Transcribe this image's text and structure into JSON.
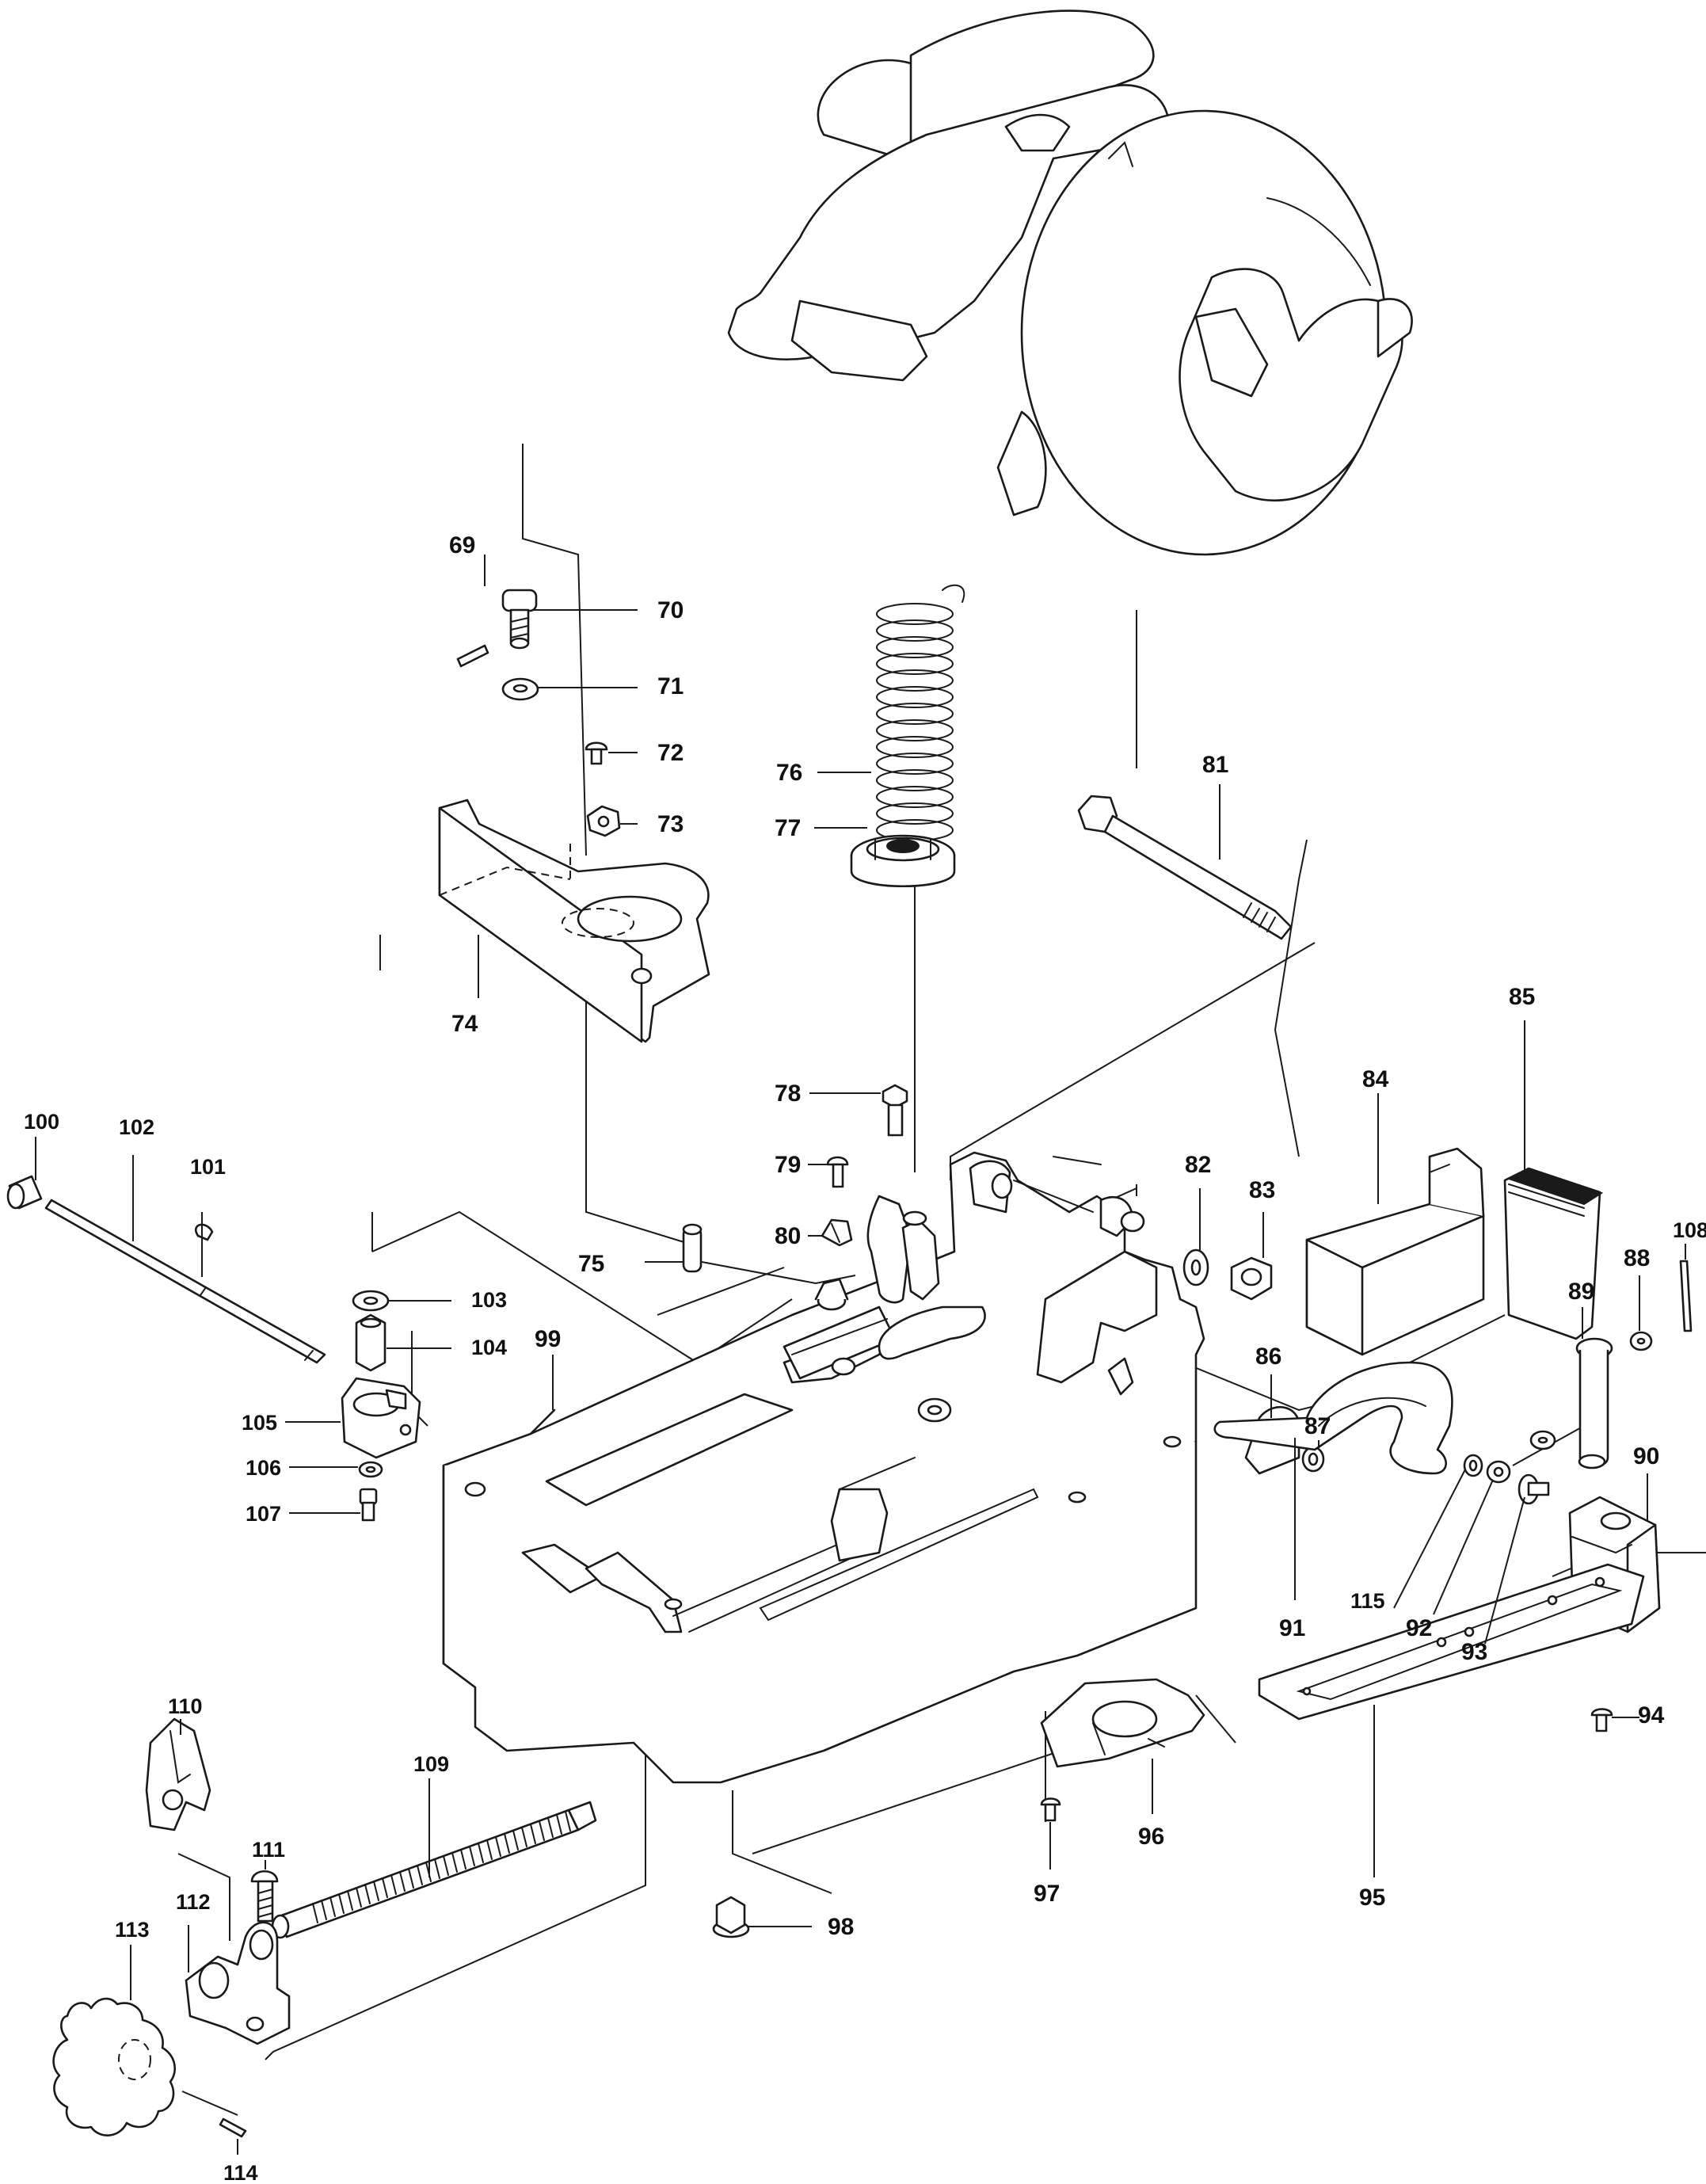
{
  "labels": {
    "p69": "69",
    "p70": "70",
    "p71": "71",
    "p72": "72",
    "p73": "73",
    "p74": "74",
    "p75": "75",
    "p76": "76",
    "p77": "77",
    "p78": "78",
    "p79": "79",
    "p80": "80",
    "p81": "81",
    "p82": "82",
    "p83": "83",
    "p84": "84",
    "p85": "85",
    "p86": "86",
    "p87": "87",
    "p88": "88",
    "p89": "89",
    "p90": "90",
    "p91": "91",
    "p92": "92",
    "p93": "93",
    "p94": "94",
    "p95": "95",
    "p96": "96",
    "p97": "97",
    "p98": "98",
    "p99": "99",
    "p100": "100",
    "p101": "101",
    "p102": "102",
    "p103": "103",
    "p104": "104",
    "p105": "105",
    "p106": "106",
    "p107": "107",
    "p108": "108",
    "p109": "109",
    "p110": "110",
    "p111": "111",
    "p112": "112",
    "p113": "113",
    "p114": "114",
    "p115": "115"
  },
  "colors": {
    "line": "#1a1a1a",
    "background": "#ffffff"
  }
}
